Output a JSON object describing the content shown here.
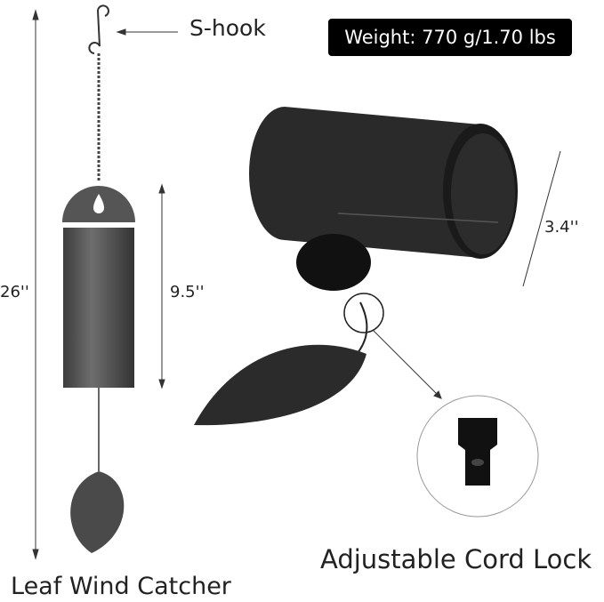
{
  "labels": {
    "weight": "Weight: 770 g/1.70 lbs",
    "s_hook": "S-hook",
    "total_length": "26''",
    "tube_length": "9.5''",
    "tube_diameter": "3.4''",
    "cord_lock": "Adjustable Cord Lock",
    "leaf": "Leaf Wind Catcher"
  },
  "colors": {
    "product": "#2a2a2a",
    "tube": "#5a5a5a",
    "badge": "#000000"
  }
}
